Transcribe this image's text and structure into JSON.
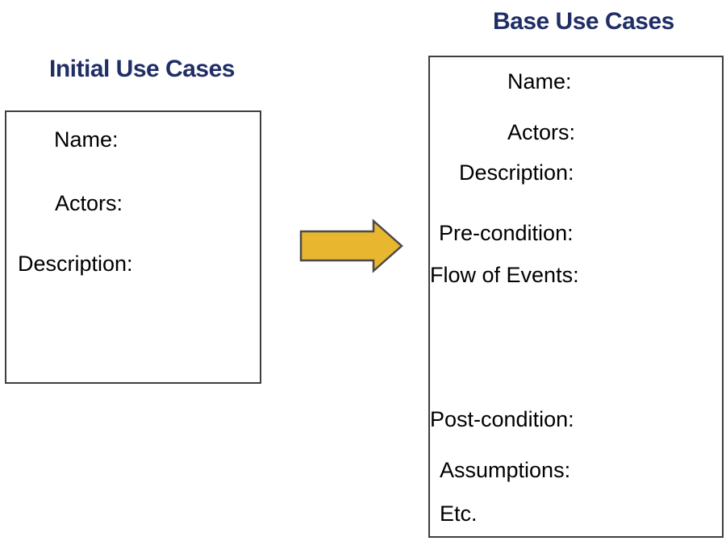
{
  "colors": {
    "title_text": "#202e66",
    "label_text": "#000000",
    "box_border": "#3e3e3e",
    "arrow_fill": "#e8b62f",
    "arrow_stroke": "#4a4a4a",
    "page_bg": "#ffffff"
  },
  "initial_use_cases": {
    "title": "Initial Use Cases",
    "fields": [
      "Name:",
      "Actors:",
      "Description:"
    ]
  },
  "base_use_cases": {
    "title": "Base Use Cases",
    "fields": [
      "Name:",
      "Actors:",
      "Description:",
      "Pre-condition:",
      "Flow of Events:",
      "Post-condition:",
      "Assumptions:",
      "Etc."
    ]
  },
  "arrow": {
    "icon": "right-block-arrow-icon",
    "direction": "right"
  }
}
